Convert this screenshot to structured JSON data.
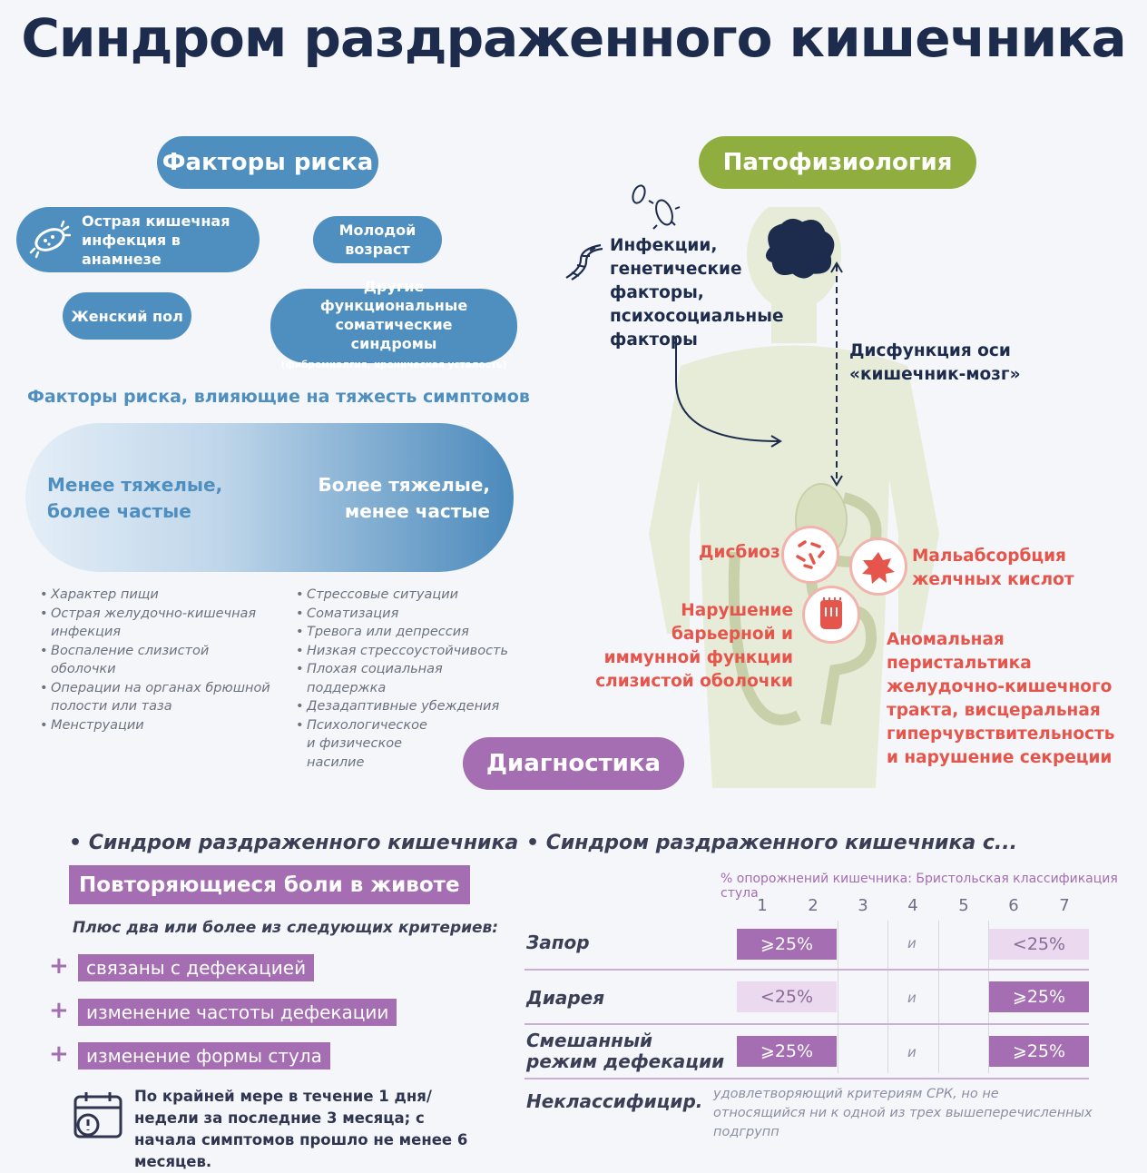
{
  "title": "Синдром раздраженного кишечника",
  "risk_factors": {
    "header": "Факторы риска",
    "items": {
      "acute_infection": "Острая кишечная инфекция в анамнезе",
      "young_age": "Молодой возраст",
      "female": "Женский пол",
      "other_syndromes": "Другие функциональные соматические синдромы",
      "other_syndromes_note": "(фибромиалгия, хроническая усталость)"
    }
  },
  "severity": {
    "title": "Факторы риска, влияющие на тяжесть симптомов",
    "mild_line1": "Менее тяжелые,",
    "mild_line2": "более частые",
    "severe_line1": "Более тяжелые,",
    "severe_line2": "менее частые",
    "list_left": [
      "Характер пищи",
      "Острая желудочно-кишечная инфекция",
      "Воспаление слизистой оболочки",
      "Операции на органах брюшной полости или таза",
      "Менструации"
    ],
    "list_right": [
      "Стрессовые ситуации",
      "Соматизация",
      "Тревога или депрессия",
      "Низкая стрессоустойчивость",
      "Плохая социальная поддержка",
      "Дезадаптивные убеждения",
      "Психологическое и физическое насилие"
    ]
  },
  "pathophysiology": {
    "header": "Патофизиология",
    "triggers": "Инфекции, генетические факторы, психосоциальные факторы",
    "axis": "Дисфункция оси «кишечник-мозг»",
    "dysbiosis": "Дисбиоз",
    "bile": "Мальабсорбция желчных кислот",
    "barrier": "Нарушение барьерной и иммунной функции слизистой оболочки",
    "motility": "Аномальная перистальтика желудочно-кишечного тракта, висцеральная гиперчувствительность и нарушение секреции"
  },
  "diagnostics": {
    "header": "Диагностика",
    "left_title": "• Синдром раздраженного кишечника",
    "main_criterion": "Повторяющиеся боли в животе",
    "criteria_intro": "Плюс два или более из следующих критериев:",
    "criteria": [
      "связаны с дефекацией",
      "изменение частоты дефекации",
      "изменение формы стула"
    ],
    "duration": "По крайней мере в течение 1 дня/недели за последние 3 месяца; с начала симптомов прошло не менее 6 месяцев.",
    "right_title": "• Синдром раздраженного кишечника с...",
    "bristol_header": "% опорожнений кишечника: Бристольская классификация стула",
    "bristol_types": [
      "1",
      "2",
      "3",
      "4",
      "5",
      "6",
      "7"
    ],
    "and_word": "и",
    "rows": [
      {
        "label": "Запор",
        "left": "⩾25%",
        "right": "<25%"
      },
      {
        "label": "Диарея",
        "left": "<25%",
        "right": "⩾25%"
      },
      {
        "label": "Смешанный режим дефекации",
        "left": "⩾25%",
        "right": "⩾25%"
      }
    ],
    "unclassified_label": "Неклассифицир.",
    "unclassified_note": "удовлетворяющий критериям СРК, но не относящийся ни к одной из трех вышеперечисленных подгрупп"
  },
  "colors": {
    "blue": "#4f8fc0",
    "green": "#8fae3f",
    "purple": "#a56db2",
    "red": "#e5554b",
    "navy": "#1d2b4c"
  }
}
